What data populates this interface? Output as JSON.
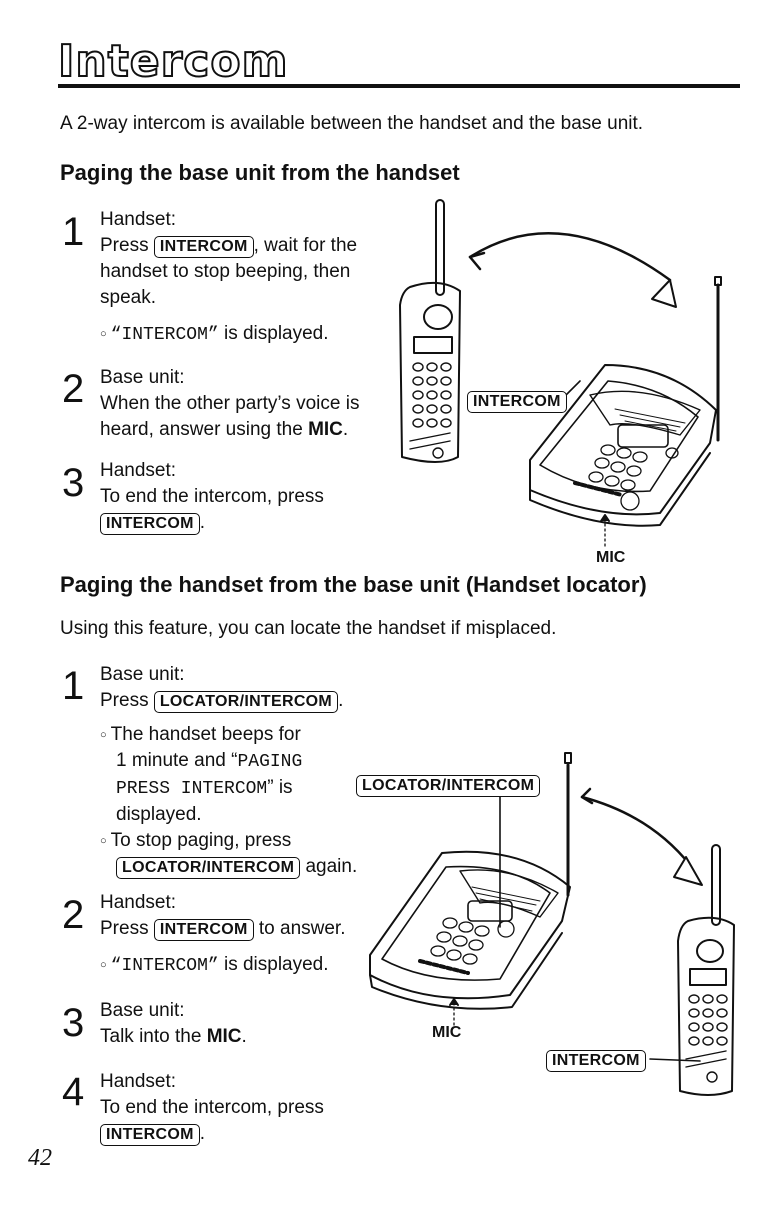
{
  "page_title": "Intercom",
  "intro": "A 2-way intercom is available between the handset and the base unit.",
  "section1": {
    "heading": "Paging the base unit from the handset",
    "steps": [
      {
        "num": "1",
        "who": "Handset:",
        "line1a": "Press",
        "key": "INTERCOM",
        "line1b": ", wait for the",
        "line2": "handset to stop beeping, then",
        "line3": "speak.",
        "note_display": "“INTERCOM”",
        "note_rest": "is displayed."
      },
      {
        "num": "2",
        "who": "Base unit:",
        "line1": "When the other party’s voice is",
        "line2a": "heard, answer using the",
        "mic": "MIC",
        "line2b": "."
      },
      {
        "num": "3",
        "who": "Handset:",
        "line1": "To end the intercom, press",
        "key": "INTERCOM",
        "after": "."
      }
    ],
    "diagram": {
      "key_label": "INTERCOM",
      "mic_label": "MIC"
    }
  },
  "section2": {
    "heading": "Paging the handset from the base unit (Handset locator)",
    "intro": "Using this feature, you can locate the handset if misplaced.",
    "steps": [
      {
        "num": "1",
        "who": "Base unit:",
        "press": "Press",
        "key": "LOCATOR/INTERCOM",
        "after": ".",
        "note1_l1": "The handset beeps for",
        "note1_l2a": "1 minute and “",
        "note1_l2mono": "PAGING",
        "note1_l3mono": "PRESS INTERCOM",
        "note1_l3b": "” is",
        "note1_l4": "displayed.",
        "note2_l1": "To stop paging, press",
        "note2_key": "LOCATOR/INTERCOM",
        "note2_after": "again."
      },
      {
        "num": "2",
        "who": "Handset:",
        "press": "Press",
        "key": "INTERCOM",
        "after": "to answer.",
        "note_display": "“INTERCOM”",
        "note_rest": "is displayed."
      },
      {
        "num": "3",
        "who": "Base unit:",
        "line1a": "Talk into the",
        "mic": "MIC",
        "line1b": "."
      },
      {
        "num": "4",
        "who": "Handset:",
        "line1": "To end the intercom, press",
        "key": "INTERCOM",
        "after": "."
      }
    ],
    "diagram": {
      "key_locator": "LOCATOR/INTERCOM",
      "key_intercom": "INTERCOM",
      "mic_label": "MIC"
    }
  },
  "page_number": "42"
}
